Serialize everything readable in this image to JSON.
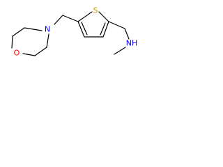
{
  "molecule": {
    "atoms": {
      "morpholine_oxygen": "O",
      "morpholine_nitrogen": "N",
      "thiophene_sulfur": "S",
      "amine": "NH"
    },
    "colors": {
      "oxygen": "#ff0000",
      "nitrogen": "#0000ff",
      "sulfur": "#c8a000",
      "bond": "#000000",
      "background": "#ffffff"
    }
  }
}
